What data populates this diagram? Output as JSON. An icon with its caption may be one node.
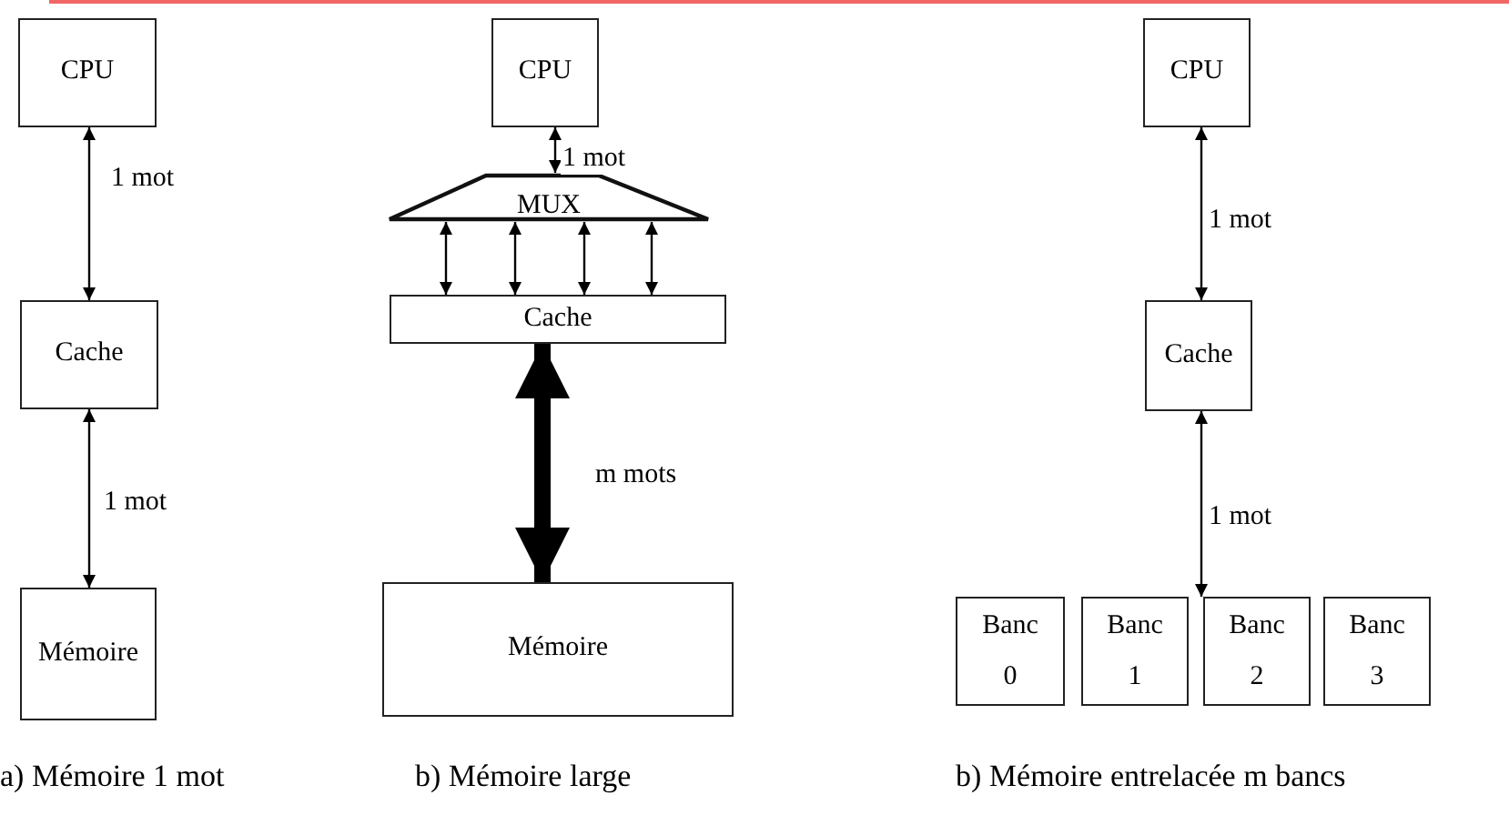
{
  "diagram": {
    "nodes": [
      {
        "text": [
          "CPU"
        ]
      },
      {
        "text": [
          "Cache"
        ]
      },
      {
        "text": [
          "Mémoire"
        ]
      },
      {
        "text": [
          "CPU"
        ]
      },
      {
        "text": [
          "MUX"
        ]
      },
      {
        "text": [
          "Cache"
        ]
      },
      {
        "text": [
          "Mémoire"
        ]
      },
      {
        "text": [
          "CPU"
        ]
      },
      {
        "text": [
          "Cache"
        ]
      },
      {
        "text": [
          "Banc 0"
        ]
      },
      {
        "text": [
          "Banc 1"
        ]
      },
      {
        "text": [
          "Banc 2"
        ]
      },
      {
        "text": [
          "Banc 3"
        ]
      }
    ],
    "edges": [
      {
        "from": 0,
        "to": 1,
        "arrow": "both",
        "label": "1 mot"
      },
      {
        "from": 1,
        "to": 2,
        "arrow": "both",
        "label": "1 mot"
      },
      {
        "from": 3,
        "to": 4,
        "arrow": "both",
        "label": "1 mot"
      },
      {
        "from": 4,
        "to": 5,
        "arrow": "both"
      },
      {
        "from": 4,
        "to": 5,
        "arrow": "both"
      },
      {
        "from": 4,
        "to": 5,
        "arrow": "both"
      },
      {
        "from": 4,
        "to": 5,
        "arrow": "both"
      },
      {
        "from": 5,
        "to": 6,
        "arrow": "both",
        "label": "m mots",
        "style": "thick"
      },
      {
        "from": 7,
        "to": 8,
        "arrow": "both",
        "label": "1 mot"
      },
      {
        "from": 8,
        "to": 11,
        "arrow": "both",
        "label": "1 mot"
      }
    ],
    "labels": [
      "a) Mémoire 1 mot",
      "b) Mémoire large",
      "b) Mémoire entrelacée m bancs"
    ]
  }
}
